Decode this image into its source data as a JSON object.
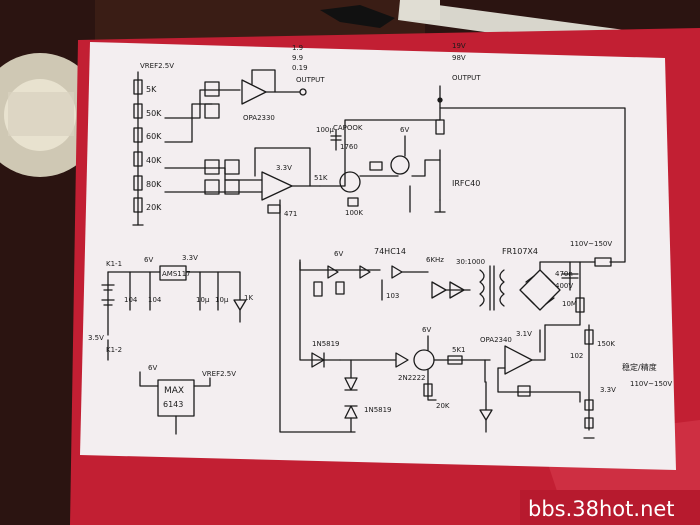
{
  "watermark": "bbs.38hot.net",
  "labels": {
    "vref_top": "VREF2.5V",
    "r_5k": "5K",
    "r_50k": "50K",
    "r_60k": "60K",
    "r_40k": "40K",
    "r_80k": "80K",
    "r_20k": "20K",
    "opamp1": "OPA2330",
    "out_opts": [
      "1.9",
      "9.9",
      "0.19"
    ],
    "output1": "OUTPUT",
    "c_100u": "100μ",
    "cap_ok": "CAPOOK",
    "j_1760": "1760",
    "v6_a": "6V",
    "v33_a": "3.3V",
    "r_51k": "51K",
    "c_471": "471",
    "r_100k_a": "100K",
    "mosfet": "IRFC40",
    "out_opts2": [
      "19V",
      "98V"
    ],
    "output2": "OUTPUT",
    "v6_b": "6V",
    "v33_b": "3.3V",
    "k1": "K1-1",
    "reg": "AMS117",
    "c_104a": "104",
    "c_104b": "104",
    "c_10u": "10μ",
    "c_10u2": "10μ",
    "led_r": "1K",
    "k12": "3.5V",
    "k12b": "K1-2",
    "ic_74": "74HC14",
    "v6_c": "6V",
    "c_103": "103",
    "f_6k": "6KHz",
    "ratio": "30:1000",
    "bridge": "FR107X4",
    "hv_range": "110V~150V",
    "cap_hv": "470n",
    "cap_hv2": "400V",
    "r_10m": "10M",
    "d1": "1N5819",
    "d2": "1N5819",
    "v6_d": "6V",
    "tr": "2N2222",
    "r_5k1": "5K1",
    "r_20k2": "20K",
    "opa2": "OPA2340",
    "v31": "3.1V",
    "r_150k": "150K",
    "c_102": "102",
    "note_cn": "稳定/精度",
    "note_range": "110V~150V",
    "v33_c": "3.3V",
    "v6_e": "6V",
    "max": "MAX",
    "max2": "6143",
    "vref_out": "VREF2.5V"
  },
  "colors": {
    "paper": "#f3eef0",
    "board": "#c21f33",
    "ink": "#1b1b1b",
    "background": "#2a1210"
  }
}
